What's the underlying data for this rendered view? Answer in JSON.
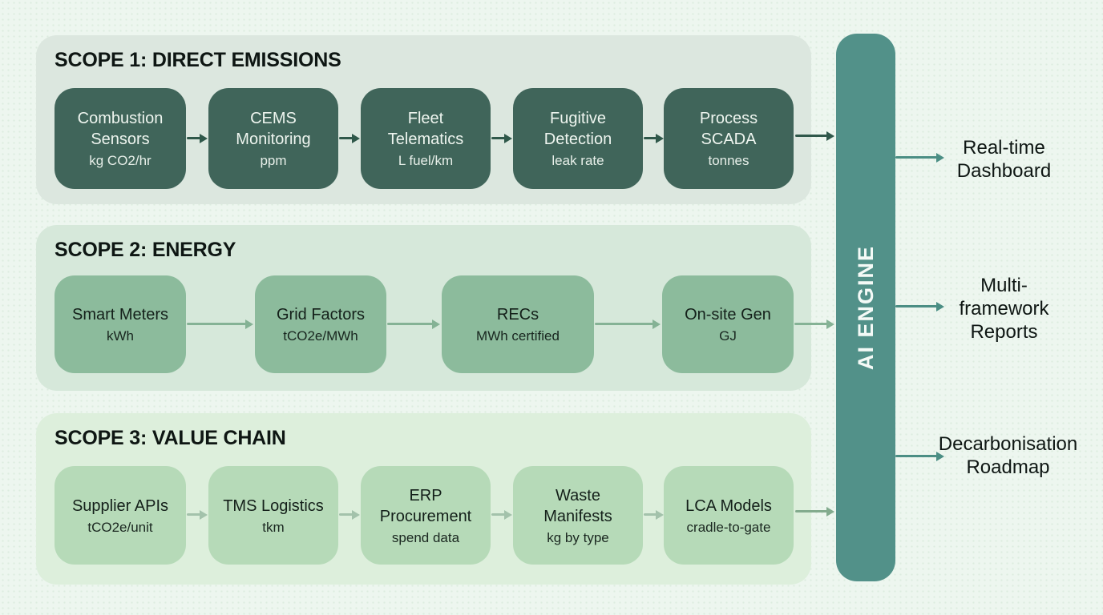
{
  "page": {
    "background_color": "#edf6ef"
  },
  "scopes": [
    {
      "title": "SCOPE 1: DIRECT EMISSIONS",
      "panel_color": "#dce7df",
      "box_color": "#40655a",
      "text_color": "#eef5ef",
      "arrow_color": "#2f584a",
      "final_arrow_color": "#2f584a",
      "boxes": [
        {
          "label": "Combustion Sensors",
          "unit": "kg CO2/hr"
        },
        {
          "label": "CEMS Monitoring",
          "unit": "ppm"
        },
        {
          "label": "Fleet Telematics",
          "unit": "L fuel/km"
        },
        {
          "label": "Fugitive Detection",
          "unit": "leak rate"
        },
        {
          "label": "Process SCADA",
          "unit": "tonnes"
        }
      ]
    },
    {
      "title": "SCOPE 2: ENERGY",
      "panel_color": "#d6e8da",
      "box_color": "#8cbb9c",
      "text_color": "#14201a",
      "arrow_color": "#85b295",
      "final_arrow_color": "#85b295",
      "boxes": [
        {
          "label": "Smart Meters",
          "unit": "kWh"
        },
        {
          "label": "Grid Factors",
          "unit": "tCO2e/MWh"
        },
        {
          "label": "RECs",
          "unit": "MWh certified"
        },
        {
          "label": "On-site Gen",
          "unit": "GJ"
        }
      ]
    },
    {
      "title": "SCOPE 3: VALUE CHAIN",
      "panel_color": "#ddefdc",
      "box_color": "#b6dab8",
      "text_color": "#14201a",
      "arrow_color": "#a3c2ab",
      "final_arrow_color": "#83ab8e",
      "boxes": [
        {
          "label": "Supplier APIs",
          "unit": "tCO2e/unit"
        },
        {
          "label": "TMS Logistics",
          "unit": "tkm"
        },
        {
          "label": "ERP Procurement",
          "unit": "spend data"
        },
        {
          "label": "Waste Manifests",
          "unit": "kg by type"
        },
        {
          "label": "LCA Models",
          "unit": "cradle-to-gate"
        }
      ]
    }
  ],
  "engine": {
    "label": "AI ENGINE",
    "color": "#529189"
  },
  "output_arrow_color": "#4b8e84",
  "outputs": [
    {
      "label": "Real-time\nDashboard"
    },
    {
      "label": "Multi-\nframework\nReports"
    },
    {
      "label": "Decarbonisation\nRoadmap"
    }
  ]
}
